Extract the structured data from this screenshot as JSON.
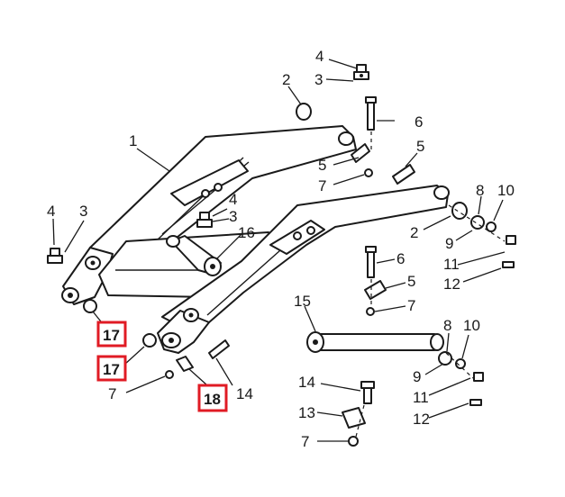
{
  "colors": {
    "line": "#1a1a1a",
    "highlight": "#e01b24",
    "background": "#ffffff"
  },
  "labels": {
    "l1": "1",
    "l2a": "2",
    "l2b": "2",
    "l3a": "3",
    "l3b": "3",
    "l3c": "3",
    "l4a": "4",
    "l4b": "4",
    "l4c": "4",
    "l5a": "5",
    "l5b": "5",
    "l5c": "5",
    "l6a": "6",
    "l6b": "6",
    "l7a": "7",
    "l7b": "7",
    "l7c": "7",
    "l7d": "7",
    "l8a": "8",
    "l8b": "8",
    "l9a": "9",
    "l9b": "9",
    "l10a": "10",
    "l10b": "10",
    "l11a": "11",
    "l11b": "11",
    "l12a": "12",
    "l12b": "12",
    "l13": "13",
    "l14a": "14",
    "l14b": "14",
    "l15": "15",
    "l16": "16",
    "l17a": "17",
    "l17b": "17",
    "l18": "18"
  }
}
